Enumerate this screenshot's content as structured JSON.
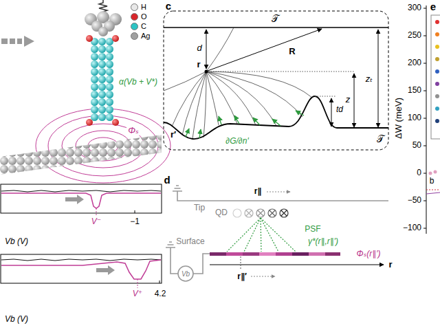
{
  "diagram": {
    "labels": [
      "c",
      "𝒯",
      "r",
      "d",
      "R",
      "z",
      "zₜ",
      "r′",
      "td",
      "𝒯",
      "∂G/∂n′",
      "d",
      "Tip",
      "r∥",
      "QD",
      "PSF",
      "γ*(r∥,r∥′)",
      "Φₛ(r∥′)",
      "Surface",
      "Vb",
      "r∥′",
      "r",
      "e",
      "ΔW (meV)",
      "300",
      "250",
      "200",
      "150",
      "100",
      "50",
      "0",
      "−50",
      "−100",
      "b",
      "α(Vb + V*)",
      "Φₛ",
      "V⁻",
      "−1",
      "Vb (V)",
      "V⁺",
      "4.2",
      "Vb (V)"
    ],
    "legend": [
      {
        "text": "H",
        "color": "#e8e8e8"
      },
      {
        "text": "O",
        "color": "#d9262b"
      },
      {
        "text": "C",
        "color": "#2cc4c4"
      },
      {
        "text": "Ag",
        "color": "#a0a0a0"
      }
    ]
  }
}
